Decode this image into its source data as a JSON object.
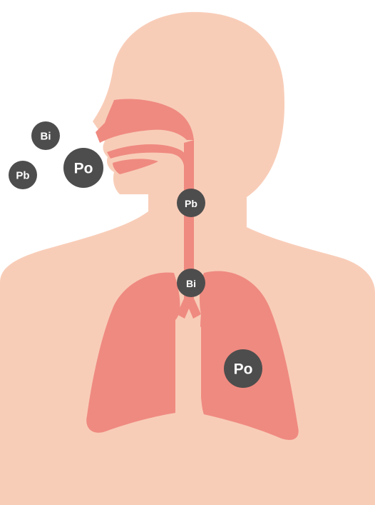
{
  "colors": {
    "skin": "#f8cdb8",
    "organ": "#ef8a80",
    "particle": "#4d4d4d",
    "particle_text": "#ffffff",
    "background": "#ffffff"
  },
  "particles": {
    "outside_bi": "Bi",
    "outside_pb": "Pb",
    "outside_po": "Po",
    "trachea_pb": "Pb",
    "bronchi_bi": "Bi",
    "lung_po": "Po"
  }
}
